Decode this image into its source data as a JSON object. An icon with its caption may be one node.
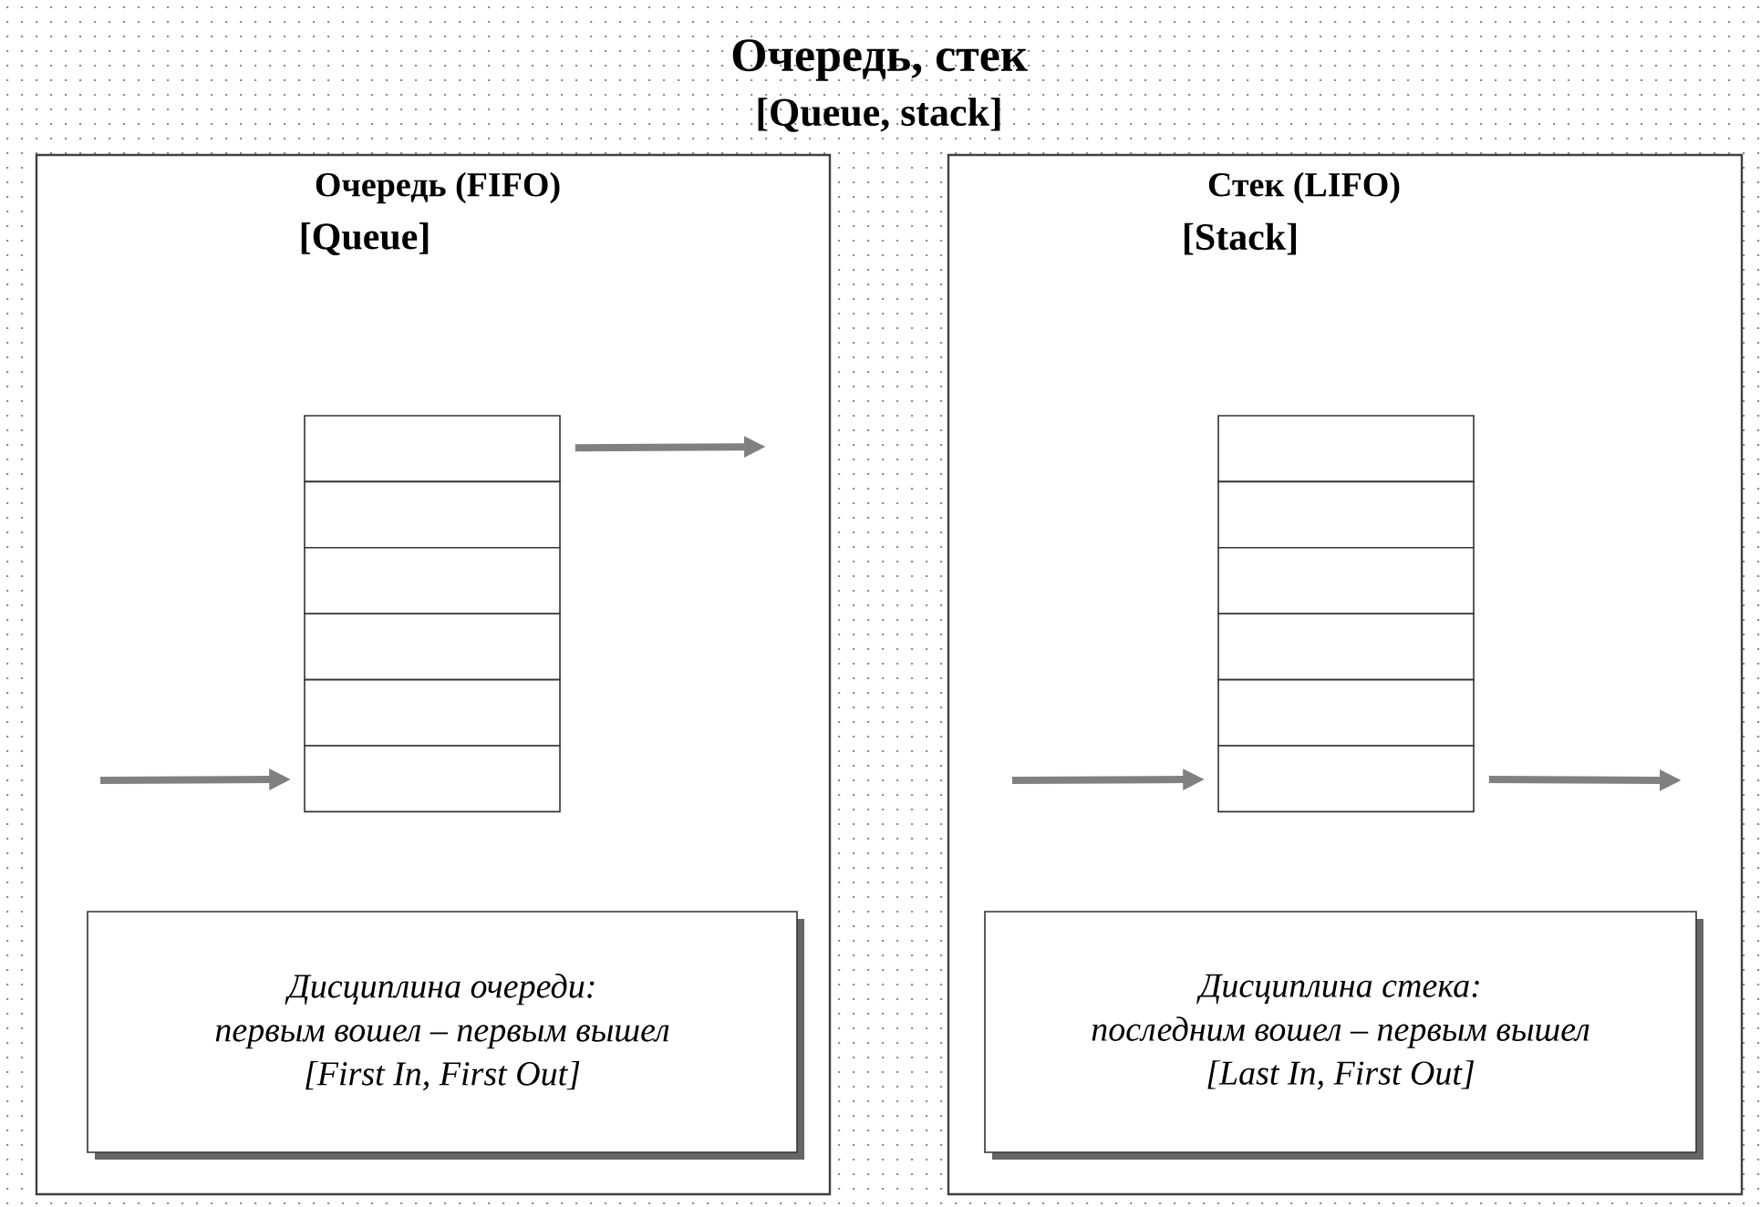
{
  "diagram": {
    "title": "Очередь, стек",
    "nodes": [
      {
        "text": [
          "Очередь (FIFO)",
          "[Queue]"
        ]
      },
      {
        "text": [],
        "shape": "box",
        "in": 0
      },
      {
        "text": [],
        "shape": "box",
        "in": 0
      },
      {
        "text": [],
        "shape": "box",
        "in": 0
      },
      {
        "text": [],
        "shape": "box",
        "in": 0
      },
      {
        "text": [],
        "shape": "box",
        "in": 0
      },
      {
        "text": [],
        "shape": "box",
        "in": 0
      },
      {
        "text": [
          "Дисциплина очереди:",
          "первым вошел – первым вышел",
          "[First In, First Out]"
        ],
        "in": 0
      },
      {
        "text": [
          "Стек (LIFO)",
          "[Stack]"
        ]
      },
      {
        "text": [],
        "shape": "box",
        "in": 8
      },
      {
        "text": [],
        "shape": "box",
        "in": 8
      },
      {
        "text": [],
        "shape": "box",
        "in": 8
      },
      {
        "text": [],
        "shape": "box",
        "in": 8
      },
      {
        "text": [],
        "shape": "box",
        "in": 8
      },
      {
        "text": [],
        "shape": "box",
        "in": 8
      },
      {
        "text": [
          "Дисциплина стека:",
          "последним вошел – первым вышел",
          "[Last In, First Out]"
        ],
        "in": 8
      }
    ],
    "edges": [
      {
        "from": null,
        "to": 6,
        "arrow": "to"
      },
      {
        "from": 1,
        "to": null,
        "arrow": "to"
      },
      {
        "from": null,
        "to": 14,
        "arrow": "to"
      },
      {
        "from": 14,
        "to": null,
        "arrow": "to"
      }
    ],
    "labels": [
      "[Queue, stack]"
    ]
  }
}
